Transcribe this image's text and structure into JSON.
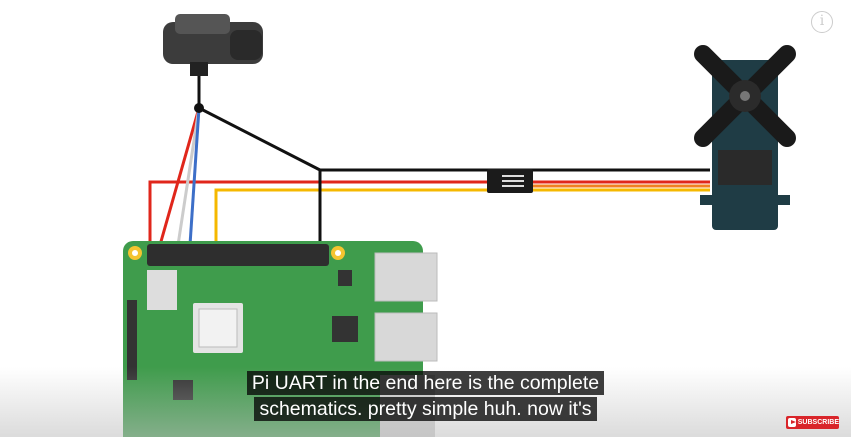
{
  "captions": {
    "line1": "Pi UART in the end here is the complete",
    "line2": "schematics. pretty simple huh. now it's"
  },
  "subscribe": {
    "label": "SUBSCRIBE"
  },
  "info": {
    "icon": "info-icon",
    "glyph": "i"
  },
  "colors": {
    "board": "#3f9c4c",
    "wire_red": "#e0261b",
    "wire_yellow": "#f5b800",
    "wire_blue": "#3d6fc8",
    "wire_black": "#111111"
  }
}
